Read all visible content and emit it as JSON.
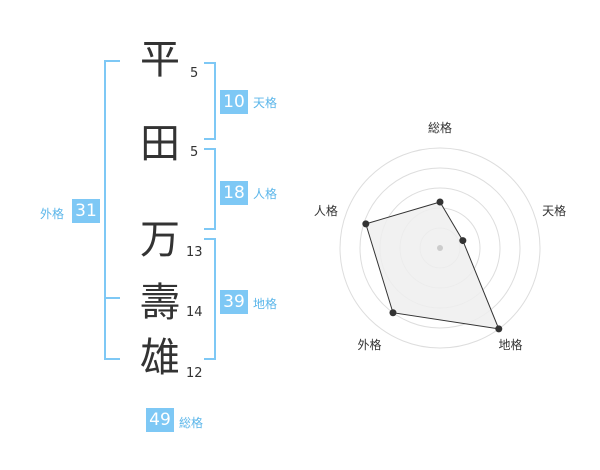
{
  "name_chars": [
    {
      "char": "平",
      "strokes": "5"
    },
    {
      "char": "田",
      "strokes": "5"
    },
    {
      "char": "万",
      "strokes": "13"
    },
    {
      "char": "壽",
      "strokes": "14"
    },
    {
      "char": "雄",
      "strokes": "12"
    }
  ],
  "fortunes": {
    "tenkaku": {
      "value": "10",
      "label": "天格"
    },
    "jinkaku": {
      "value": "18",
      "label": "人格"
    },
    "chikaku": {
      "value": "39",
      "label": "地格"
    },
    "gaikaku": {
      "value": "31",
      "label": "外格"
    },
    "soukaku": {
      "value": "49",
      "label": "総格"
    }
  },
  "colors": {
    "accent": "#7ec8f5",
    "label": "#5bb6ea",
    "text": "#333333",
    "grid": "#dddddd"
  },
  "chart_data": {
    "type": "radar",
    "categories": [
      "総格",
      "天格",
      "地格",
      "外格",
      "人格"
    ],
    "values": [
      2.3,
      1.2,
      5,
      4,
      3.9
    ],
    "range": [
      0,
      5
    ],
    "rings": 5
  }
}
